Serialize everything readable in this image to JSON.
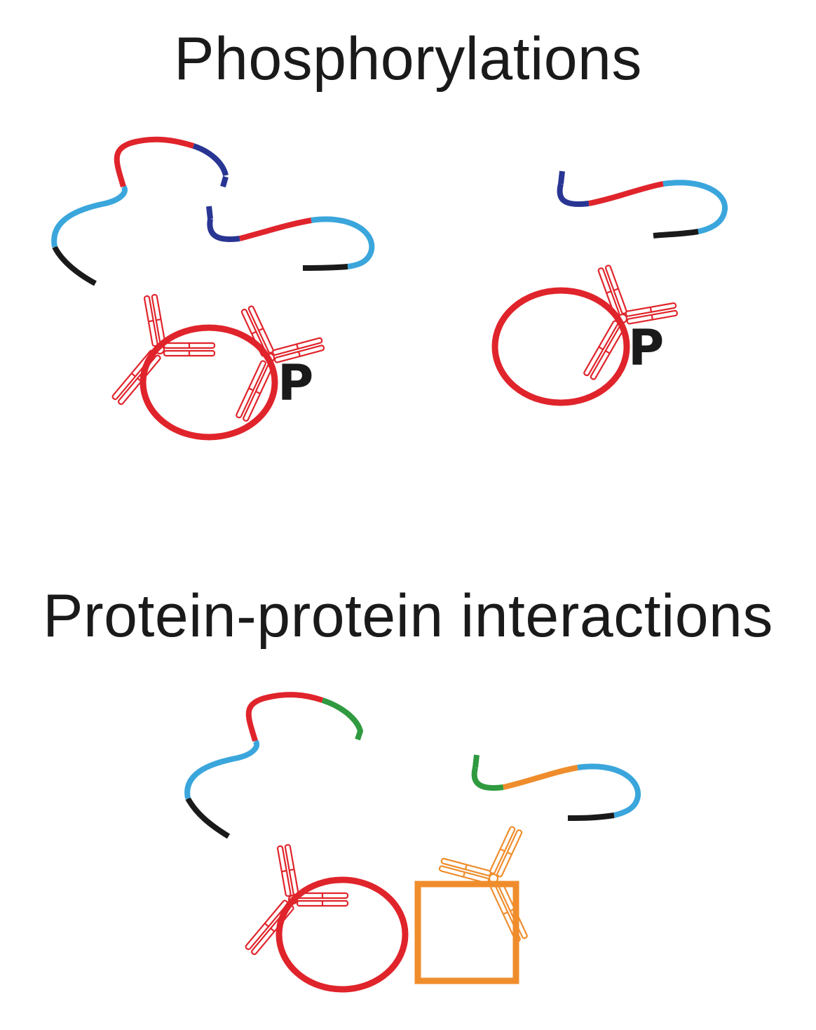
{
  "titles": {
    "phosphorylations": "Phosphorylations",
    "ppi": "Protein-protein interactions"
  },
  "labels": {
    "phospho_marker": "P"
  },
  "colors": {
    "red": "#e0242b",
    "light_blue": "#3aa6dc",
    "dark_blue": "#283593",
    "black": "#1a1a1a",
    "green": "#2f9a3f",
    "orange": "#ef8d2c",
    "text": "#1a1a1a"
  },
  "icons": {
    "antibody": "y-shaped-antibody-icon",
    "protein_circle": "ellipse-target-protein",
    "protein_square": "square-partner-protein",
    "dna_tag": "multicolor-oligo-strand"
  }
}
